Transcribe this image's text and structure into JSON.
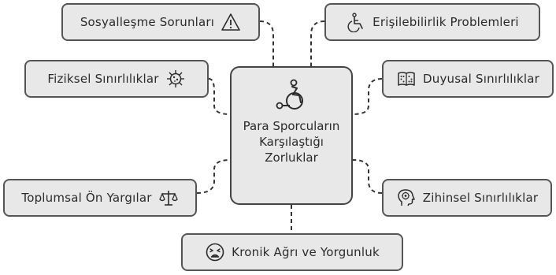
{
  "center": {
    "title": "Para Sporcuların Karşılaştığı Zorluklar",
    "icon": "wheelchair-athlete-icon"
  },
  "nodes": {
    "social": {
      "label": "Sosyalleşme Sorunları",
      "icon": "warning-icon"
    },
    "access": {
      "label": "Erişilebilirlik Problemleri",
      "icon": "accessibility-icon"
    },
    "physical": {
      "label": "Fiziksel Sınırlılıklar",
      "icon": "virus-icon"
    },
    "sensory": {
      "label": "Duyusal Sınırlılıklar",
      "icon": "braille-book-icon"
    },
    "prejudice": {
      "label": "Toplumsal Ön Yargılar",
      "icon": "scales-icon"
    },
    "mental": {
      "label": "Zihinsel Sınırlılıklar",
      "icon": "brain-head-icon"
    },
    "chronic": {
      "label": "Kronik Ağrı ve Yorgunluk",
      "icon": "tired-face-icon"
    }
  },
  "colors": {
    "box_fill": "#e8e8e8",
    "box_stroke": "#555555",
    "line": "#333333"
  }
}
